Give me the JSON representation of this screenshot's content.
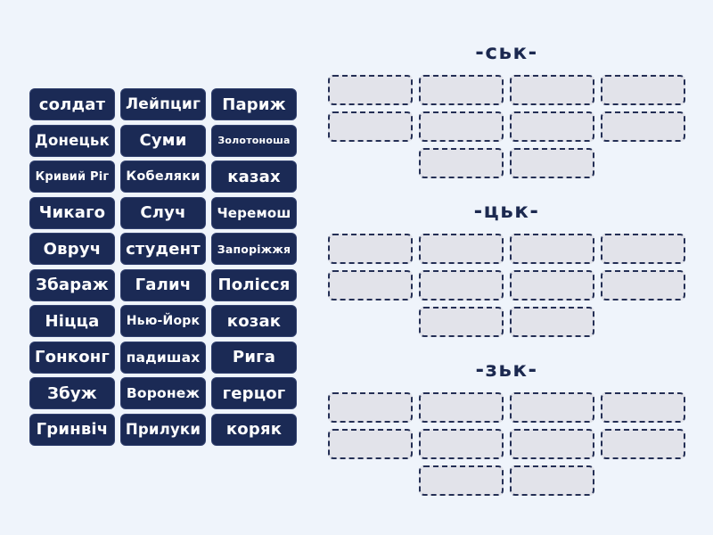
{
  "colors": {
    "page_background": "#eff4fb",
    "tile_background": "#1b2a55",
    "tile_text": "#ffffff",
    "group_header_text": "#1c2950",
    "slot_fill": "#e2e3ea",
    "slot_border": "#242f55"
  },
  "tiles": [
    "солдат",
    "Лейпциг",
    "Париж",
    "Донецьк",
    "Суми",
    "Золотоноша",
    "Кривий Ріг",
    "Кобеляки",
    "казах",
    "Чикаго",
    "Случ",
    "Черемош",
    "Овруч",
    "студент",
    "Запоріжжя",
    "Збараж",
    "Галич",
    "Полісся",
    "Ніцца",
    "Нью-Йорк",
    "козак",
    "Гонконг",
    "падишах",
    "Рига",
    "Збуж",
    "Воронеж",
    "герцог",
    "Гринвіч",
    "Прилуки",
    "коряк"
  ],
  "groups": [
    {
      "label": "-ськ-",
      "rows": [
        4,
        4,
        2
      ]
    },
    {
      "label": "-цьк-",
      "rows": [
        4,
        4,
        2
      ]
    },
    {
      "label": "-зьк-",
      "rows": [
        4,
        4,
        2
      ]
    }
  ]
}
